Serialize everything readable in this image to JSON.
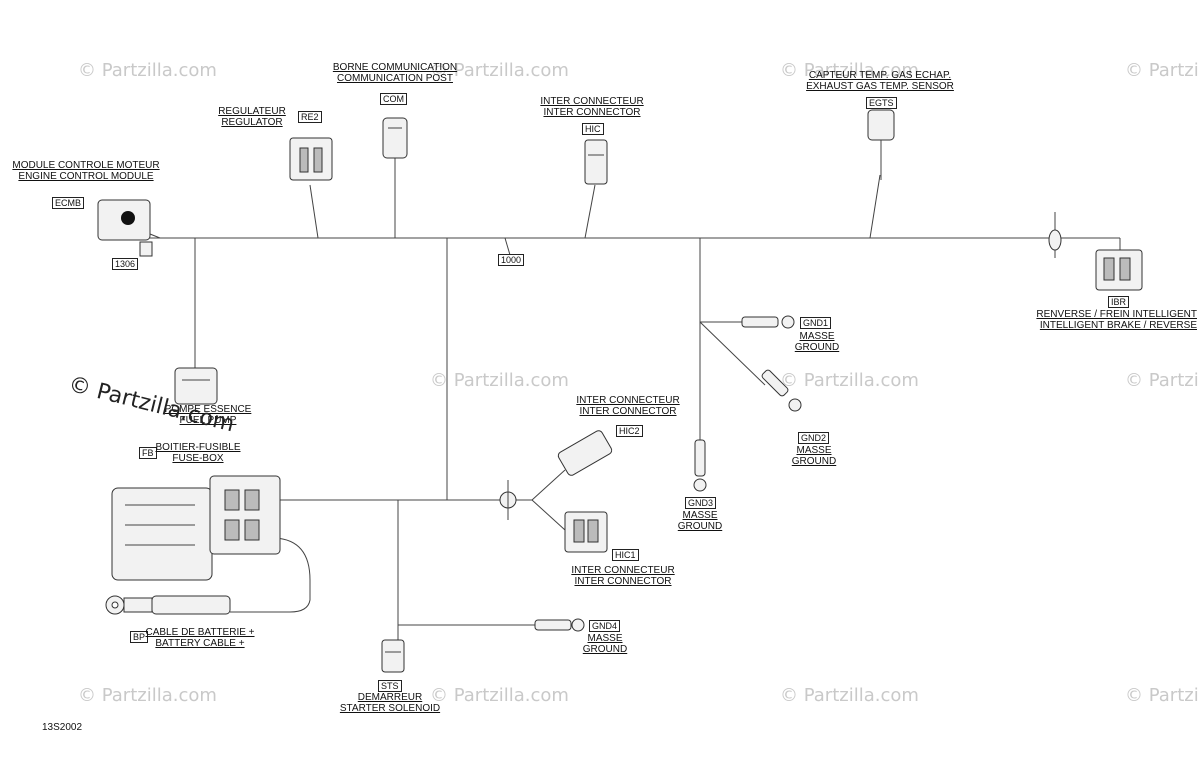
{
  "figure_id": "13S2002",
  "watermark": "© Partzilla.com",
  "watermark_large": "© Partzilla.com",
  "harness_tag": "1000",
  "harness_sub_tag": "1306",
  "components": {
    "ecmb": {
      "tag": "ECMB",
      "line1": "MODULE CONTROLE MOTEUR",
      "line2": "ENGINE CONTROL MODULE"
    },
    "re2": {
      "tag": "RE2",
      "line1": "REGULATEUR",
      "line2": "REGULATOR"
    },
    "com": {
      "tag": "COM",
      "line1": "BORNE COMMUNICATION",
      "line2": "COMMUNICATION POST"
    },
    "hic": {
      "tag": "HIC",
      "line1": "INTER CONNECTEUR",
      "line2": "INTER CONNECTOR"
    },
    "egts": {
      "tag": "EGTS",
      "line1": "CAPTEUR TEMP. GAS ECHAP.",
      "line2": "EXHAUST GAS TEMP. SENSOR"
    },
    "ibr": {
      "tag": "IBR",
      "line1": "RENVERSE / FREIN INTELLIGENT",
      "line2": "INTELLIGENT BRAKE / REVERSE"
    },
    "fuel_pump": {
      "line1": "POMPE ESSENCE",
      "line2": "FUEL PUMP"
    },
    "fb": {
      "tag": "FB",
      "line1": "BOITIER-FUSIBLE",
      "line2": "FUSE-BOX"
    },
    "bp": {
      "tag": "BP",
      "line1": "CABLE DE BATTERIE +",
      "line2": "BATTERY CABLE +"
    },
    "hic2": {
      "tag": "HIC2",
      "line1": "INTER CONNECTEUR",
      "line2": "INTER CONNECTOR"
    },
    "hic1": {
      "tag": "HIC1",
      "line1": "INTER CONNECTEUR",
      "line2": "INTER CONNECTOR"
    },
    "gnd1": {
      "tag": "GND1",
      "line1": "MASSE",
      "line2": "GROUND"
    },
    "gnd2": {
      "tag": "GND2",
      "line1": "MASSE",
      "line2": "GROUND"
    },
    "gnd3": {
      "tag": "GND3",
      "line1": "MASSE",
      "line2": "GROUND"
    },
    "gnd4": {
      "tag": "GND4",
      "line1": "MASSE",
      "line2": "GROUND"
    },
    "sts": {
      "tag": "STS",
      "line1": "DEMARREUR",
      "line2": "STARTER SOLENOID"
    }
  }
}
